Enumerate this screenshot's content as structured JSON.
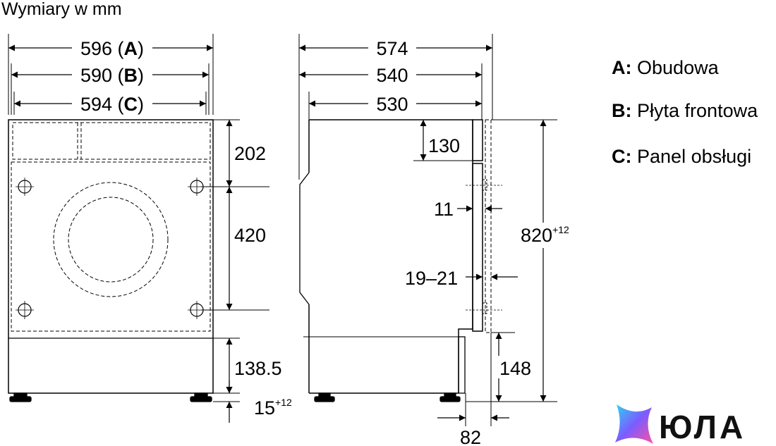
{
  "title": "Wymiary w mm",
  "front_view": {
    "width_a": {
      "value": "596",
      "letter": "A"
    },
    "width_b": {
      "value": "590",
      "letter": "B"
    },
    "width_c": {
      "value": "594",
      "letter": "C"
    },
    "height_top_panel": "202",
    "height_hinge_spacing": "420",
    "height_plinth": "138.5",
    "height_feet": {
      "value": "15",
      "tolerance": "+12"
    }
  },
  "side_view": {
    "depth_total": "574",
    "depth_body": "540",
    "depth_cabinet": "530",
    "top_offset": "130",
    "door_gap": "11",
    "door_thickness": "19–21",
    "bottom_offset": "148",
    "total_height": {
      "value": "820",
      "tolerance": "+12"
    },
    "plinth_depth": "82"
  },
  "legend": [
    {
      "letter": "A:",
      "text": "Obudowa"
    },
    {
      "letter": "B:",
      "text": "Płyta frontowa"
    },
    {
      "letter": "C:",
      "text": "Panel obsługi"
    }
  ],
  "logo": {
    "text": "ЮЛА",
    "colors": [
      "#2dd4f0",
      "#7b5cff",
      "#ff4fa3"
    ]
  }
}
